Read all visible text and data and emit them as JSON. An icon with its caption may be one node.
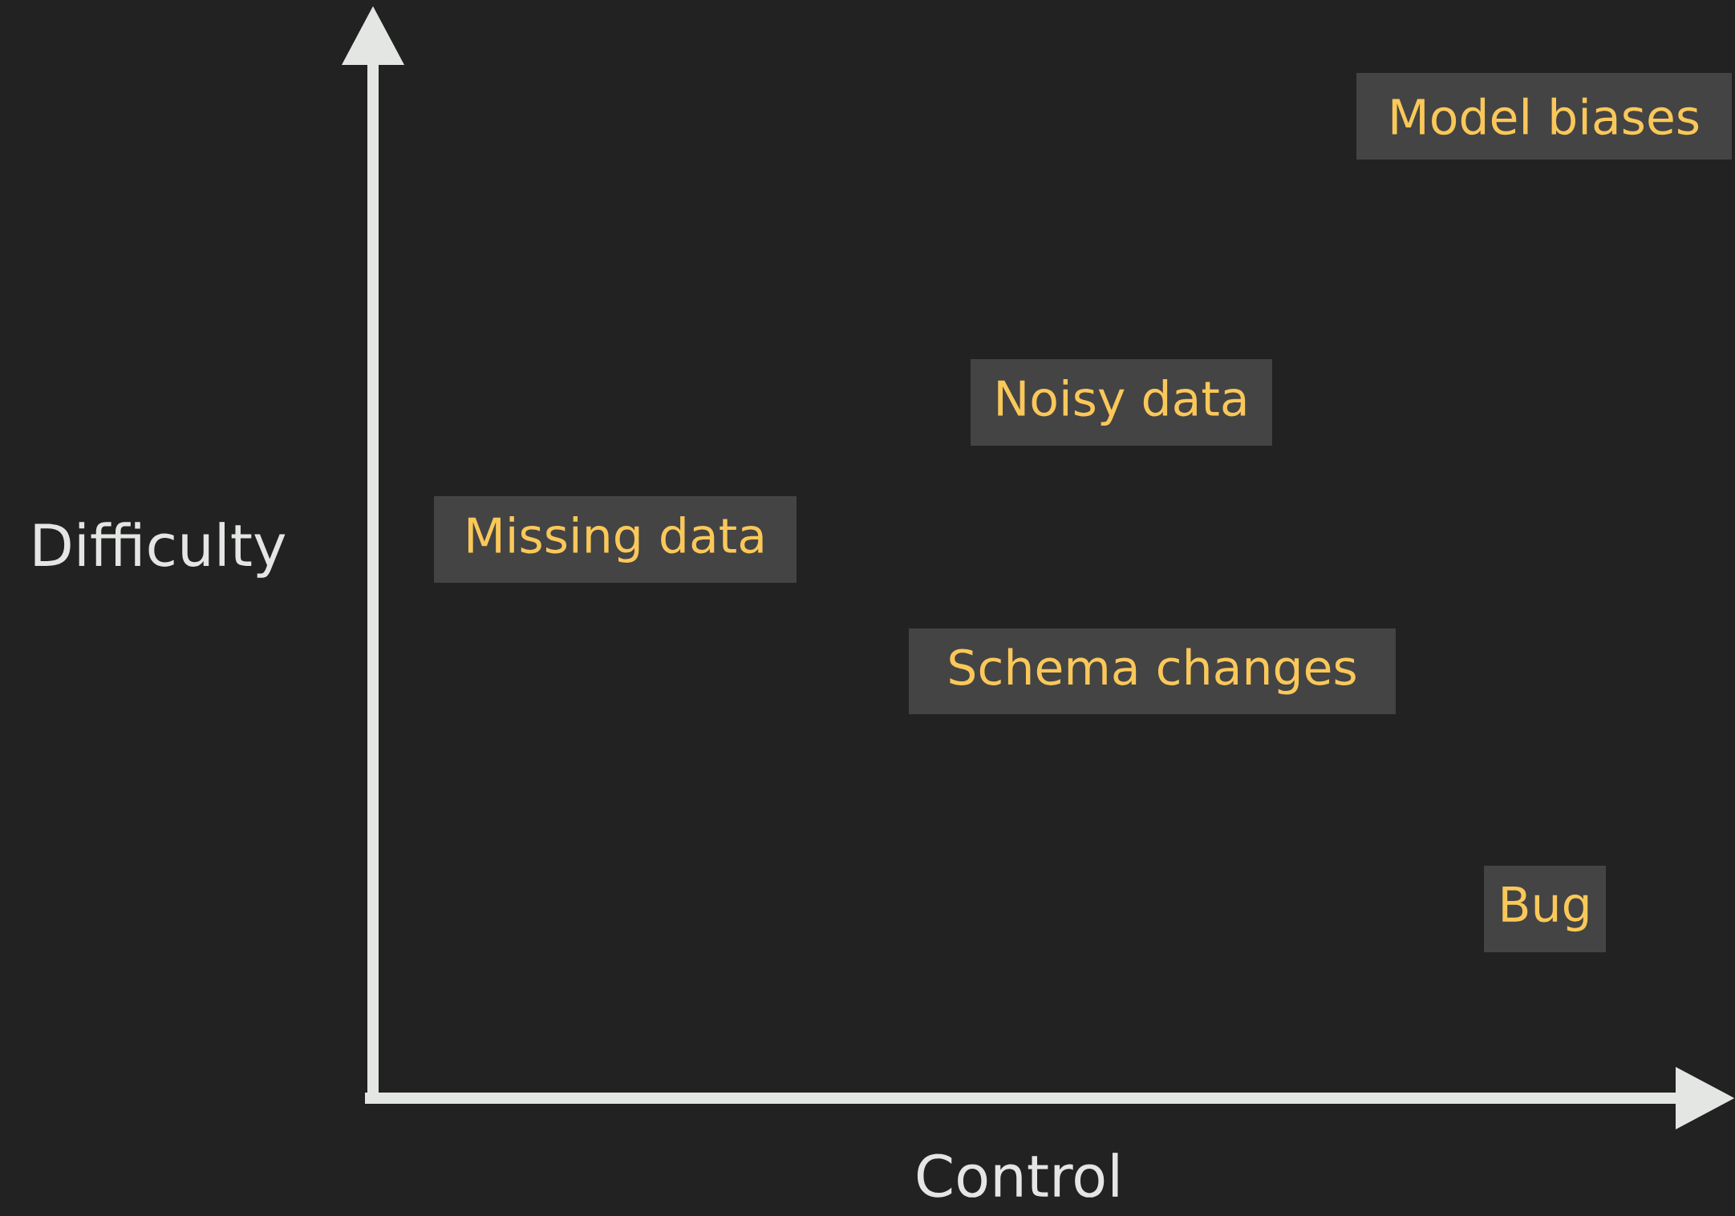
{
  "diagram": {
    "nodes": [
      {
        "text": [
          "Model biases"
        ]
      },
      {
        "text": [
          "Noisy data"
        ]
      },
      {
        "text": [
          "Missing data"
        ]
      },
      {
        "text": [
          "Schema changes"
        ]
      },
      {
        "text": [
          "Bug"
        ]
      }
    ],
    "labels": [
      "Difficulty",
      "Control"
    ]
  }
}
